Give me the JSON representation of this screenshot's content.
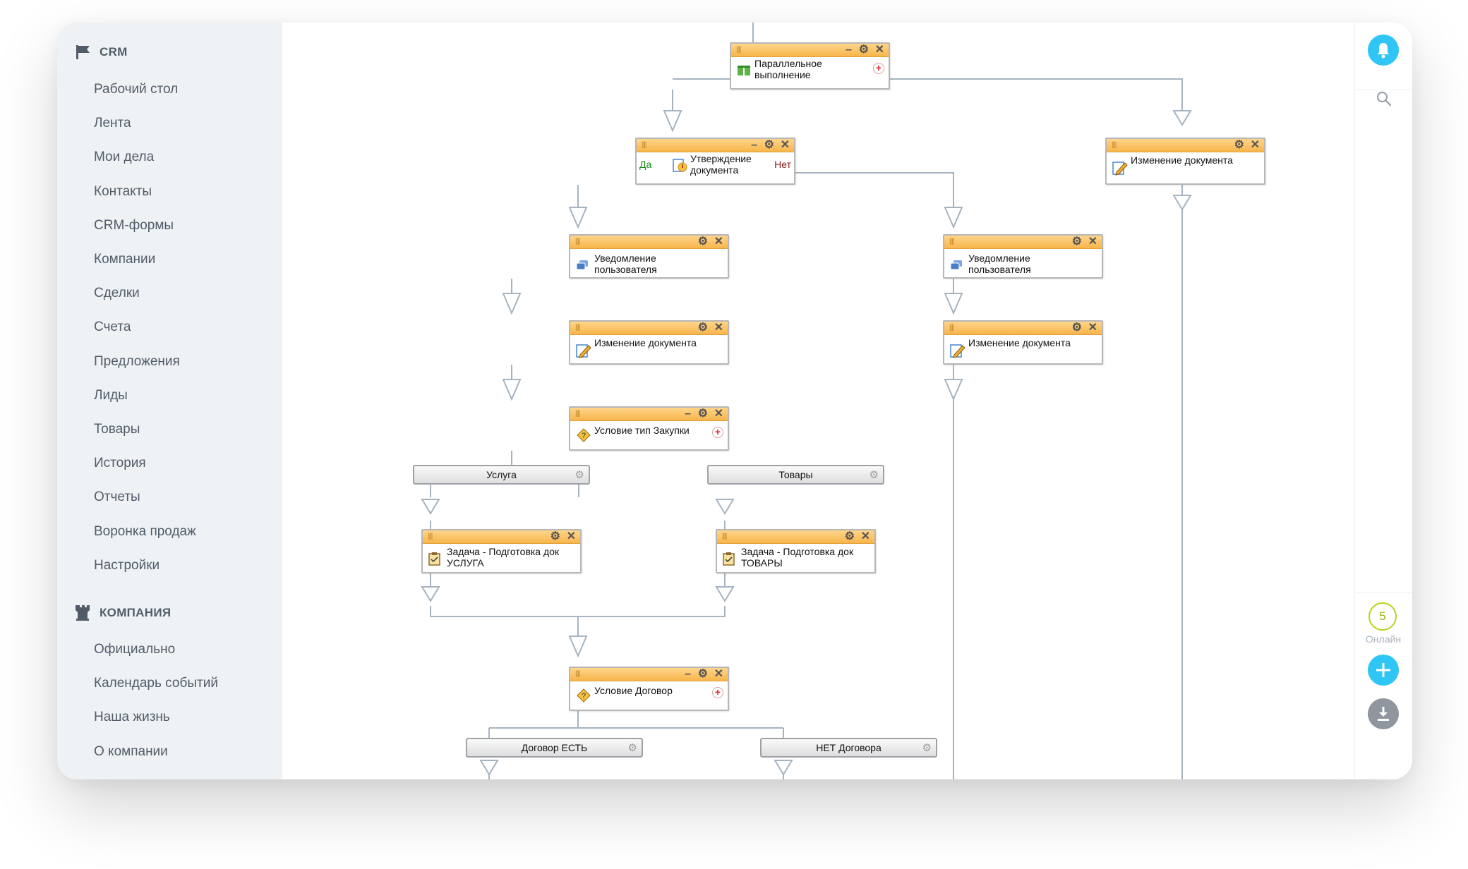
{
  "sidebar": {
    "crm_title": "CRM",
    "crm_items": [
      "Рабочий стол",
      "Лента",
      "Мои дела",
      "Контакты",
      "CRM-формы",
      "Компании",
      "Сделки",
      "Счета",
      "Предложения",
      "Лиды",
      "Товары",
      "История",
      "Отчеты",
      "Воронка продаж",
      "Настройки"
    ],
    "company_title": "КОМПАНИЯ",
    "company_items": [
      "Официально",
      "Календарь событий",
      "Наша жизнь",
      "О компании"
    ]
  },
  "workflow": {
    "parallel": {
      "label": "Параллельное выполнение"
    },
    "approval": {
      "label": "Утверждение документа",
      "yes": "Да",
      "no": "Нет"
    },
    "change_right": {
      "label": "Изменение документа"
    },
    "notify_left": {
      "label": "Уведомление пользователя"
    },
    "notify_mid": {
      "label": "Уведомление пользователя"
    },
    "change_left": {
      "label": "Изменение документа"
    },
    "change_mid": {
      "label": "Изменение документа"
    },
    "cond_purchase": {
      "label": "Условие тип Закупки"
    },
    "branch_service": "Услуга",
    "branch_goods": "Товары",
    "task_service": {
      "label": "Задача - Подготовка док УСЛУГА"
    },
    "task_goods": {
      "label": "Задача - Подготовка док ТОВАРЫ"
    },
    "cond_contract": {
      "label": "Условие Договор"
    },
    "branch_contract_yes": "Договор ЕСТЬ",
    "branch_contract_no": "НЕТ Договора"
  },
  "right_rail": {
    "online_count": "5",
    "online_label": "Онлайн",
    "icons": [
      "bell-icon",
      "search-icon",
      "plus-icon",
      "download-icon"
    ]
  },
  "colors": {
    "accent": "#2fc6f6",
    "online_ring": "#bbd21c",
    "node_header": "#f7b54b",
    "connector": "#a6b3c0",
    "sidebar_bg": "#eef2f4"
  }
}
